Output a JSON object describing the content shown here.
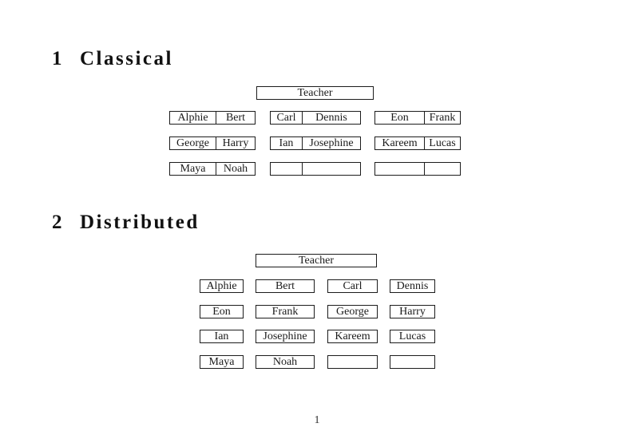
{
  "colors": {
    "ink": "#1b1b1b",
    "background": "#ffffff"
  },
  "page_number": "1",
  "sections": {
    "classical": {
      "number": "1",
      "title": "Classical",
      "teacher": "Teacher",
      "rows": [
        [
          [
            "Alphie",
            "Bert"
          ],
          [
            "Carl",
            "Dennis"
          ],
          [
            "Eon",
            "Frank"
          ]
        ],
        [
          [
            "George",
            "Harry"
          ],
          [
            "Ian",
            "Josephine"
          ],
          [
            "Kareem",
            "Lucas"
          ]
        ],
        [
          [
            "Maya",
            "Noah"
          ],
          [
            "",
            ""
          ],
          [
            "",
            ""
          ]
        ]
      ]
    },
    "distributed": {
      "number": "2",
      "title": "Distributed",
      "teacher": "Teacher",
      "rows": [
        [
          "Alphie",
          "Bert",
          "Carl",
          "Dennis"
        ],
        [
          "Eon",
          "Frank",
          "George",
          "Harry"
        ],
        [
          "Ian",
          "Josephine",
          "Kareem",
          "Lucas"
        ],
        [
          "Maya",
          "Noah",
          "",
          ""
        ]
      ]
    }
  }
}
